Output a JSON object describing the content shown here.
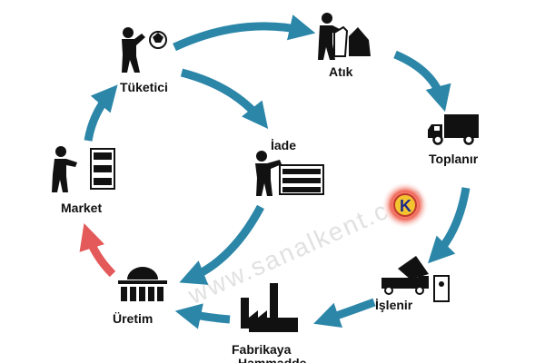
{
  "diagram": {
    "nodes": {
      "tuketici": "Tüketici",
      "atik": "Atık",
      "toplanir": "Toplanır",
      "islenir": "İşlenir",
      "fabrikaya": "Fabrikaya",
      "hammadde": "Hammadde",
      "uretim": "Üretim",
      "market": "Market",
      "iade": "İade"
    },
    "watermark": "www.sanalkent.com",
    "logo_letter": "K",
    "colors": {
      "cycle_arrow": "#2b86a8",
      "market_arrow": "#e45a5a",
      "figure": "#111111",
      "logo_red": "#e23b2a",
      "logo_blue": "#1a2a8a"
    },
    "icons": [
      "person-recycling-icon",
      "person-dumping-trash-icon",
      "garbage-truck-icon",
      "dump-truck-icon",
      "factory-icon",
      "production-plant-icon",
      "person-shelf-icon",
      "person-return-icon",
      "k-logo-icon"
    ]
  }
}
